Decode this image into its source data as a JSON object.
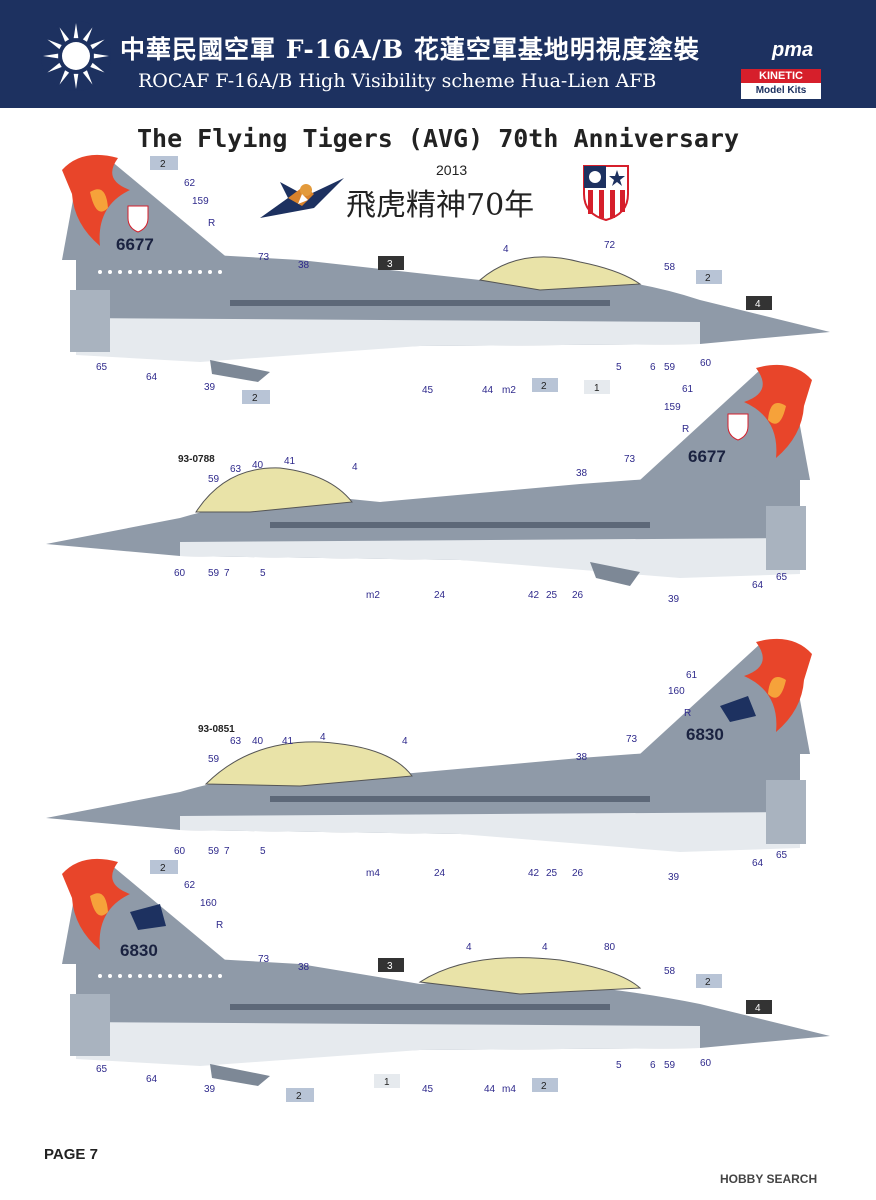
{
  "header": {
    "title_cn": "中華民國空軍 F-16A/B 花蓮空軍基地明視度塗裝",
    "title_en": "ROCAF F-16A/B High Visibility scheme Hua-Lien AFB",
    "pma_logo": "pma",
    "kinetic_brand": "KINETIC",
    "kinetic_sub": "Model Kits"
  },
  "subtitle": "The Flying Tigers (AVG) 70th Anniversary",
  "year": "2013",
  "cn_anniv": "飛虎精神70年",
  "page": "PAGE 7",
  "watermark": "HOBBY SEARCH",
  "colors": {
    "header_bg": "#1d3160",
    "jet_body": "#8f9aa8",
    "jet_belly": "#e6eaee",
    "flame": "#e8452a",
    "callout": "#2f2a8c",
    "callout_red": "#d61f2b"
  },
  "jets": [
    {
      "id": "jet1",
      "tail_no": "6677",
      "facing": "right",
      "serial": "",
      "callouts": [
        "2",
        "62",
        "159",
        "R",
        "73",
        "38",
        "3",
        "4",
        "72",
        "58",
        "2",
        "4",
        "65",
        "64",
        "39",
        "2",
        "45",
        "44",
        "m2",
        "2",
        "1",
        "5",
        "6",
        "59",
        "60"
      ]
    },
    {
      "id": "jet2",
      "tail_no": "6677",
      "facing": "left",
      "serial": "93-0788",
      "callouts": [
        "61",
        "159",
        "R",
        "73",
        "38",
        "59",
        "63",
        "40",
        "41",
        "4",
        "60",
        "59",
        "7",
        "5",
        "m2",
        "24",
        "42",
        "25",
        "26",
        "39",
        "64",
        "65"
      ]
    },
    {
      "id": "jet3",
      "tail_no": "6830",
      "facing": "left",
      "serial": "93-0851",
      "callouts": [
        "61",
        "160",
        "R",
        "73",
        "38",
        "59",
        "63",
        "40",
        "41",
        "4",
        "4",
        "60",
        "59",
        "7",
        "5",
        "m4",
        "24",
        "42",
        "25",
        "26",
        "39",
        "64",
        "65"
      ]
    },
    {
      "id": "jet4",
      "tail_no": "6830",
      "facing": "right",
      "serial": "",
      "callouts": [
        "2",
        "62",
        "160",
        "R",
        "73",
        "38",
        "3",
        "4",
        "4",
        "80",
        "58",
        "2",
        "4",
        "65",
        "64",
        "39",
        "2",
        "1",
        "45",
        "44",
        "m4",
        "2",
        "5",
        "6",
        "59",
        "60"
      ]
    }
  ]
}
